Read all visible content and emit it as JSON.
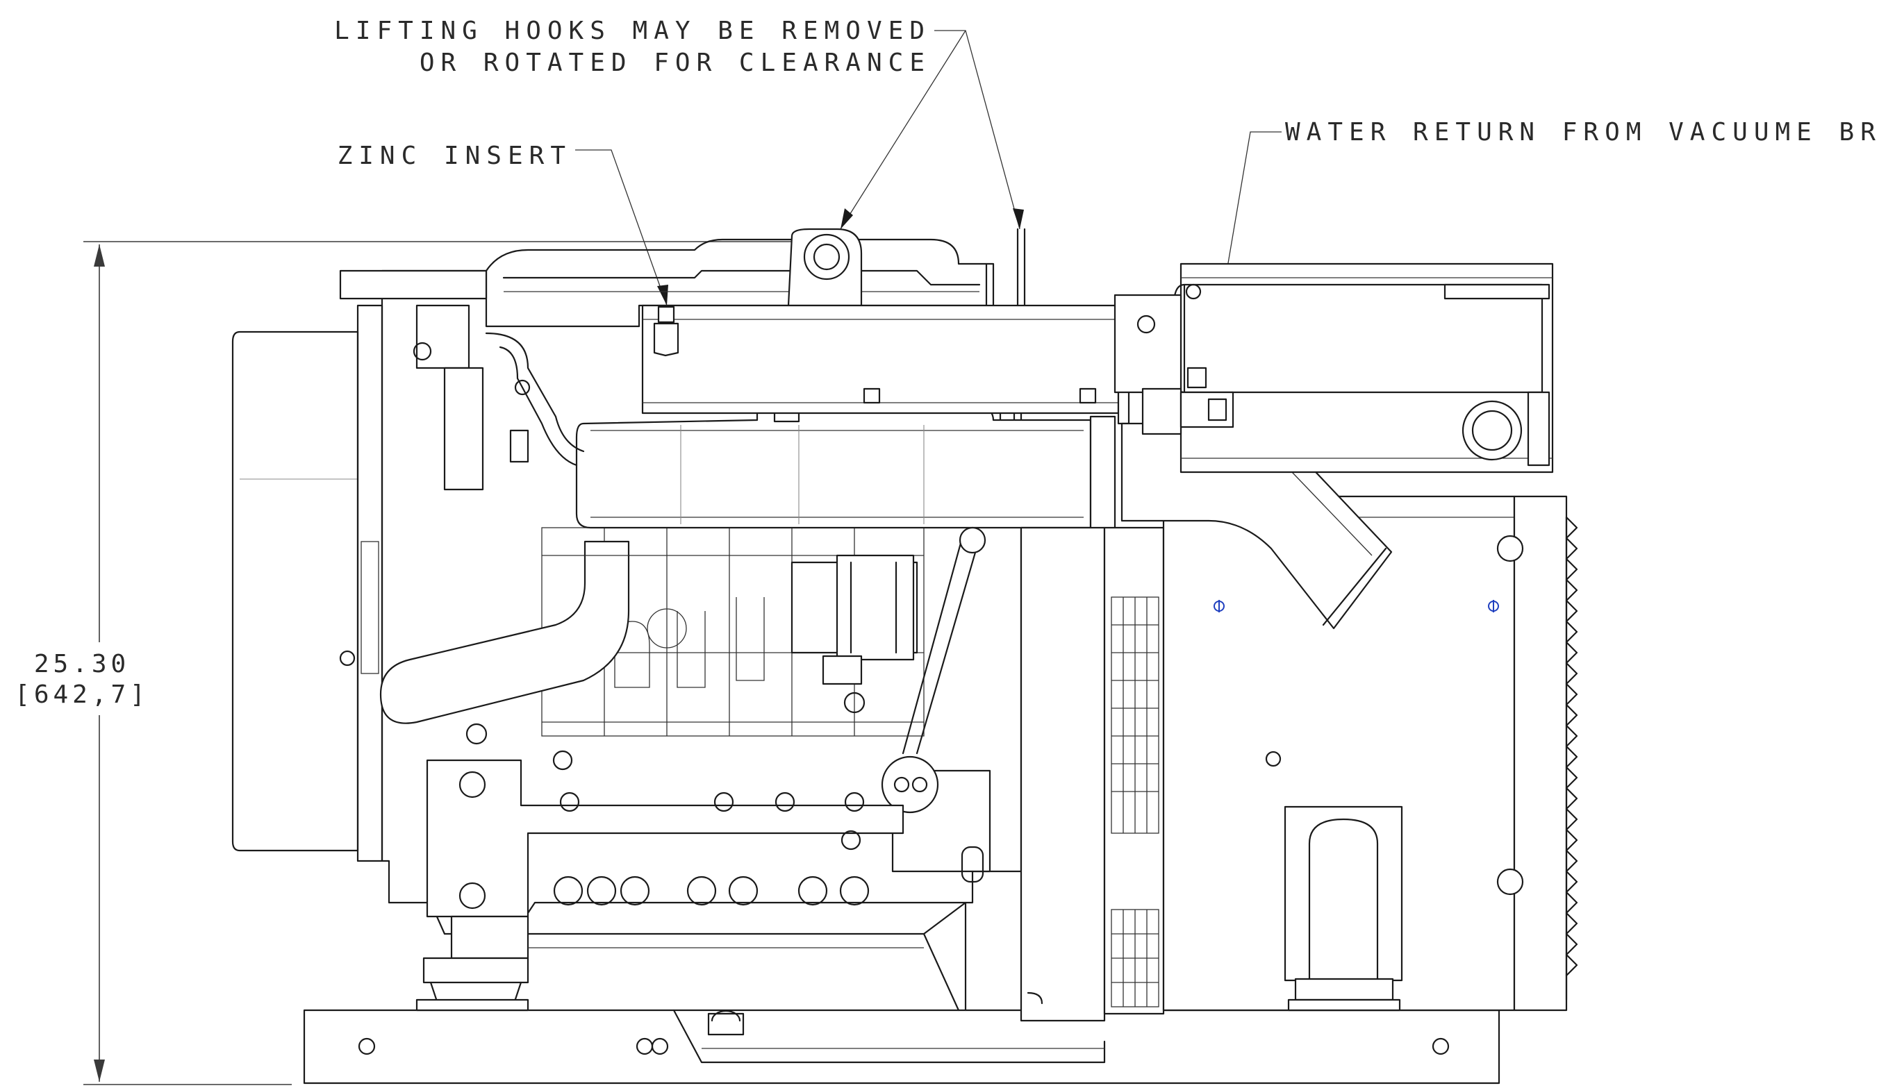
{
  "labels": {
    "lifting_hooks_line1": "LIFTING HOOKS MAY BE REMOVED",
    "lifting_hooks_line2": "OR ROTATED FOR CLEARANCE",
    "zinc_insert": "ZINC INSERT",
    "water_return": "WATER RETURN FROM VACUUME BREAK"
  },
  "dimension": {
    "height_in": "25.30",
    "height_mm": "[642,7]"
  },
  "colors": {
    "line": "#1a1a1a",
    "text": "#2a2a2a",
    "fastener_blue": "#1f3fbf"
  }
}
